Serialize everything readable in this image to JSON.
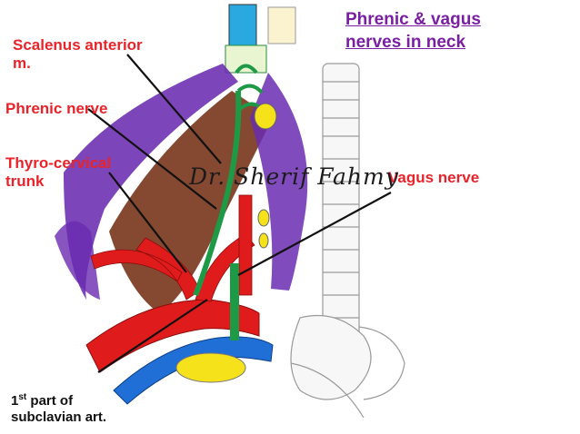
{
  "title": {
    "line1": "Phrenic & vagus",
    "line2": "nerves in neck"
  },
  "labels": {
    "scalenus_line1": "Scalenus anterior",
    "scalenus_line2": "m.",
    "phrenic": "Phrenic nerve",
    "thyro_line1": "Thyro-cervical",
    "thyro_line2": "trunk",
    "vagus": "Vagus nerve",
    "subclavian_num": "1",
    "subclavian_sup": "st",
    "subclavian_rest": " part of",
    "subclavian_line2": "subclavian art."
  },
  "watermark": "Dr. Sherif Fahmy",
  "colors": {
    "label_red": "#e8232a",
    "title_purple": "#7a1fa2",
    "muscle_brown": "#7a3a1e",
    "muscle_purple": "#6a2bb0",
    "artery_red": "#e01b1b",
    "nerve_green": "#1e9a47",
    "vein_blue": "#1f6fd6",
    "ganglion_yellow": "#f5e21a"
  }
}
